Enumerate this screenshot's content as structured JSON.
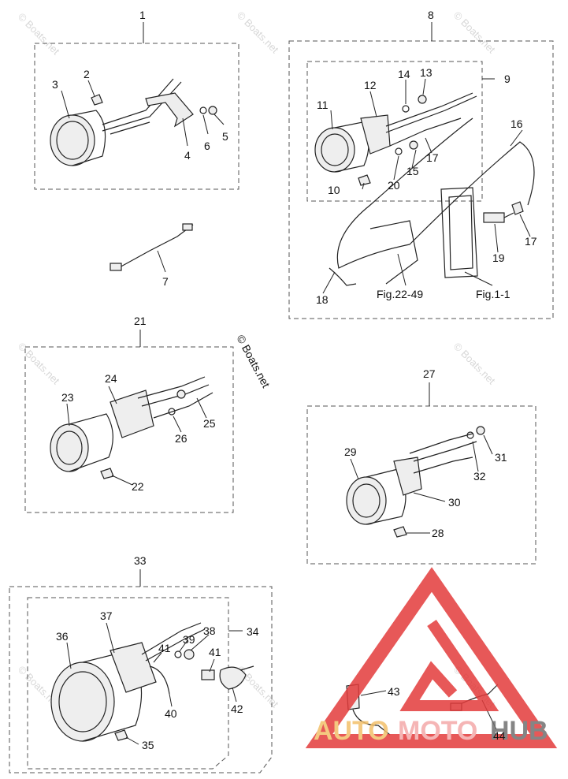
{
  "callouts": [
    "1",
    "2",
    "3",
    "4",
    "5",
    "6",
    "7",
    "8",
    "9",
    "10",
    "11",
    "12",
    "13",
    "14",
    "15",
    "16",
    "17",
    "17",
    "18",
    "19",
    "20",
    "21",
    "22",
    "23",
    "24",
    "25",
    "26",
    "27",
    "28",
    "29",
    "30",
    "31",
    "32",
    "33",
    "34",
    "35",
    "36",
    "37",
    "38",
    "39",
    "40",
    "41",
    "41",
    "42",
    "43",
    "44"
  ],
  "figure_refs": [
    "Fig.22-49",
    "Fig.1-1"
  ],
  "copyright": "© Boats.net",
  "watermark_text": "© Boats.net",
  "logo": {
    "text_auto": "AUTO",
    "text_moto": "MOTO",
    "text_hub": "HUB",
    "color_auto": "#f3c06a",
    "color_moto": "#f4a9a9",
    "color_hub": "#707070",
    "mark_color": "#e33b3b"
  }
}
